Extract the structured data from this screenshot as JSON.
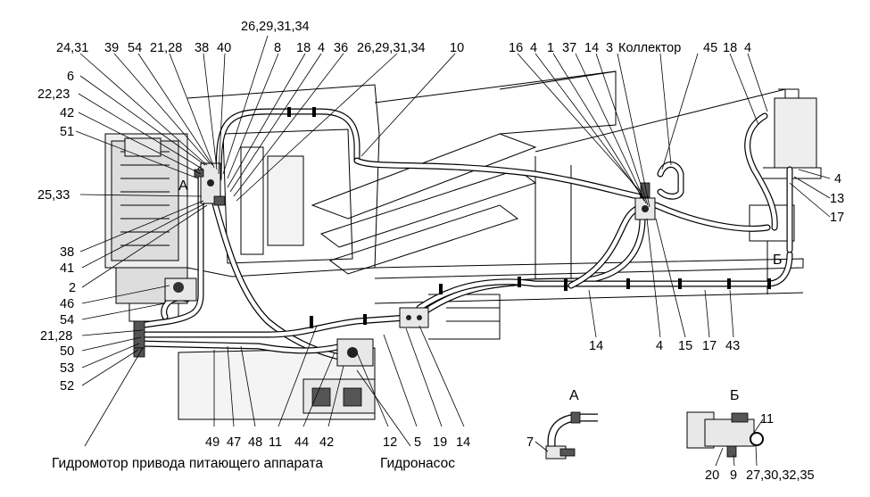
{
  "labels": {
    "l_26_29_31_34_top": "26,29,31,34",
    "l_24_31": "24,31",
    "l_39": "39",
    "l_54_top": "54",
    "l_21_28_top": "21,28",
    "l_38_top": "38",
    "l_40": "40",
    "l_8": "8",
    "l_18_top": "18",
    "l_4_top": "4",
    "l_36": "36",
    "l_26_29_31_34_mid": "26,29,31,34",
    "l_10": "10",
    "l_16": "16",
    "l_4_right1": "4",
    "l_1": "1",
    "l_37": "37",
    "l_14_top": "14",
    "l_3": "3",
    "l_kollektor": "Коллектор",
    "l_45": "45",
    "l_18_right": "18",
    "l_4_right2": "4",
    "l_6": "6",
    "l_22_23": "22,23",
    "l_42_left": "42",
    "l_51": "51",
    "l_A_main": "А",
    "l_25_33": "25,33",
    "l_38_left": "38",
    "l_41": "41",
    "l_2": "2",
    "l_46": "46",
    "l_54_left": "54",
    "l_21_28_left": "21,28",
    "l_50": "50",
    "l_53": "53",
    "l_52": "52",
    "l_4_far": "4",
    "l_13": "13",
    "l_17_right": "17",
    "l_B_main": "Б",
    "l_14_mid": "14",
    "l_4_bottom": "4",
    "l_15": "15",
    "l_17_bottom": "17",
    "l_43": "43",
    "l_49": "49",
    "l_47": "47",
    "l_48": "48",
    "l_11_bottom": "11",
    "l_44": "44",
    "l_42_bottom": "42",
    "l_12": "12",
    "l_5": "5",
    "l_19": "19",
    "l_14_bottom": "14",
    "detA_title": "А",
    "detA_7": "7",
    "detB_title": "Б",
    "detB_11": "11",
    "detB_20": "20",
    "detB_9": "9",
    "detB_27": "27,30,32,35",
    "caption_motor": "Гидромотор привода питающего аппарата",
    "caption_pump": "Гидронасос"
  }
}
